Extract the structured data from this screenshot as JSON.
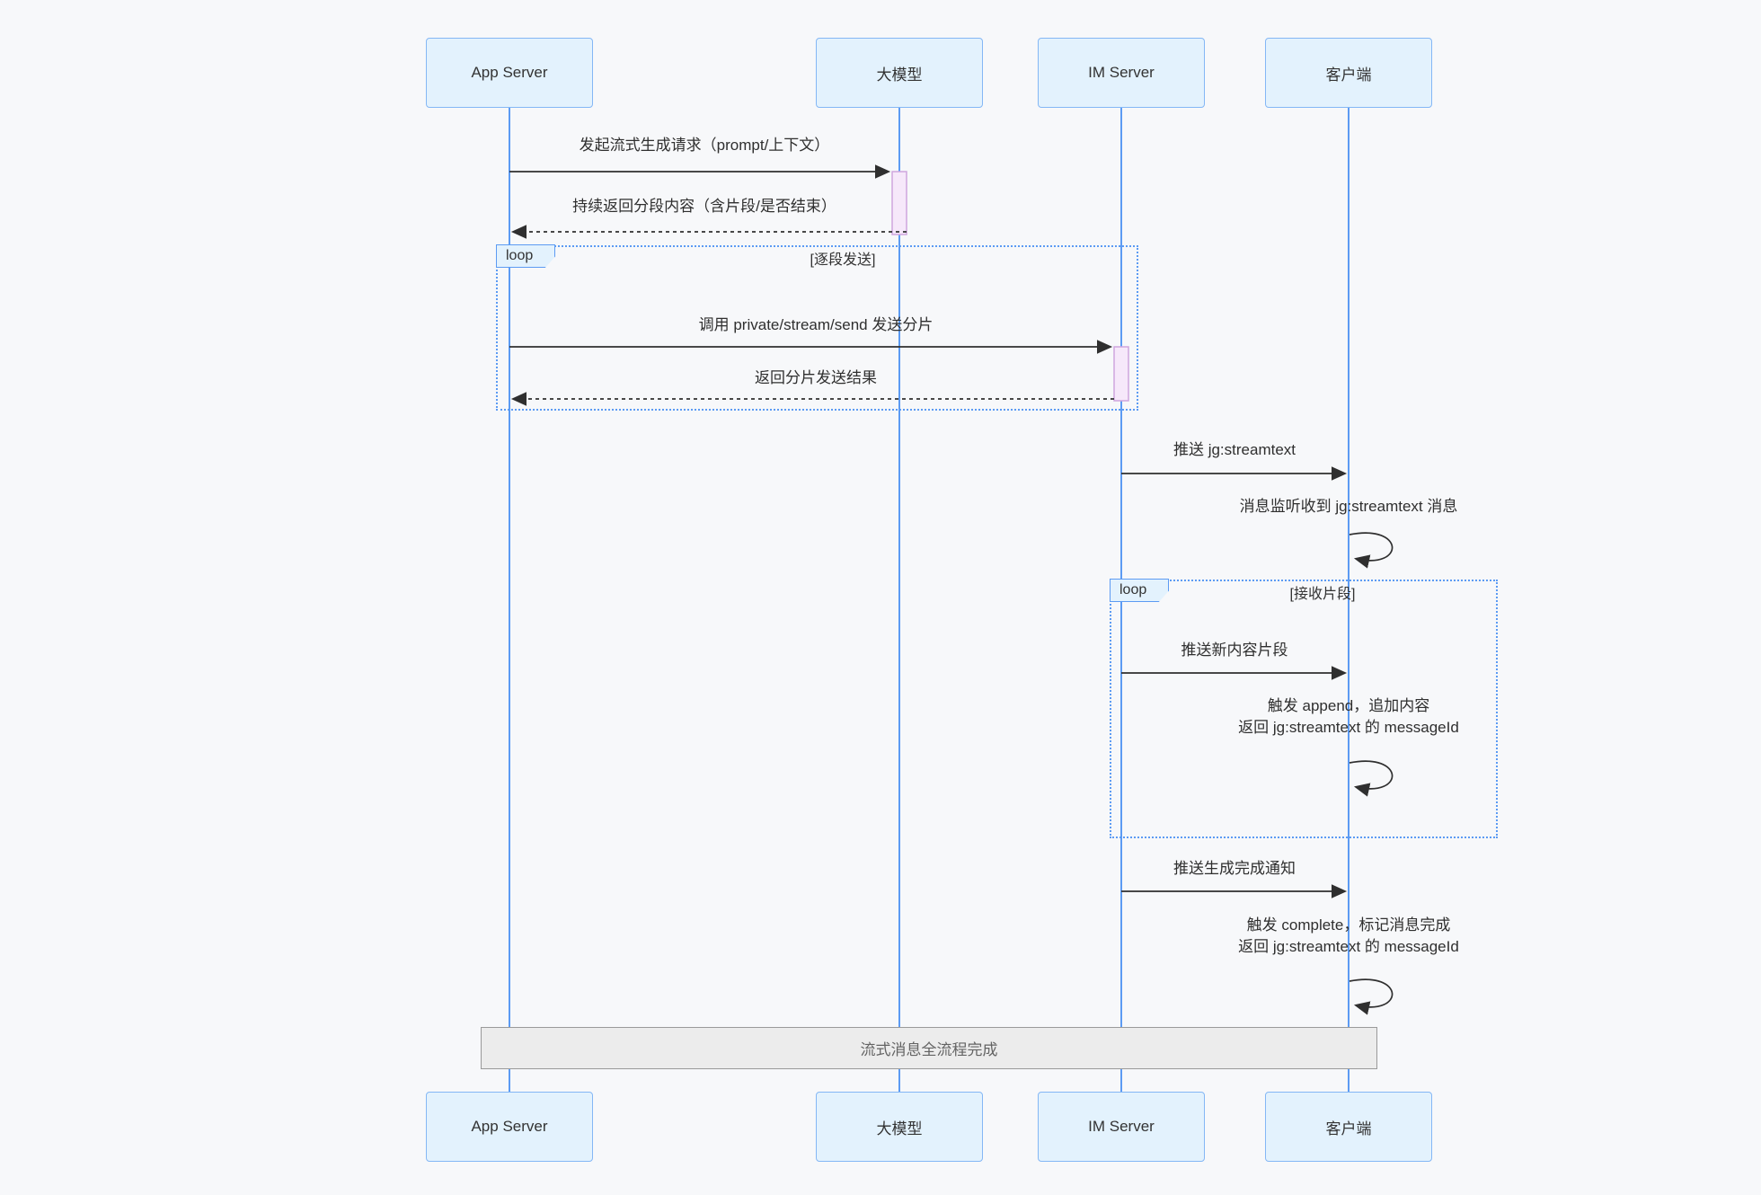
{
  "diagram_type": "sequence-diagram",
  "participants": [
    {
      "id": "app-server",
      "label": "App Server"
    },
    {
      "id": "llm",
      "label": "大模型"
    },
    {
      "id": "im-server",
      "label": "IM Server"
    },
    {
      "id": "client",
      "label": "客户端"
    }
  ],
  "messages": {
    "m1": "发起流式生成请求（prompt/上下文）",
    "m2": "持续返回分段内容（含片段/是否结束）",
    "m3": "调用 private/stream/send 发送分片",
    "m4": "返回分片发送结果",
    "m5": "推送 jg:streamtext",
    "m6": "消息监听收到 jg:streamtext 消息",
    "m7": "推送新内容片段",
    "m8_line1": "触发 append，追加内容",
    "m8_line2": "返回 jg:streamtext 的 messageId",
    "m9": "推送生成完成通知",
    "m10_line1": "触发 complete，标记消息完成",
    "m10_line2": "返回 jg:streamtext 的 messageId"
  },
  "loops": [
    {
      "label": "loop",
      "condition": "[逐段发送]"
    },
    {
      "label": "loop",
      "condition": "[接收片段]"
    }
  ],
  "note": "流式消息全流程完成",
  "colors": {
    "background": "#f7f8fa",
    "participant_fill": "#e3f2fd",
    "participant_border": "#84b7f5",
    "lifeline": "#5c9bf3",
    "loop_border": "#5c9bf3",
    "activation_fill": "#f6e8fa",
    "activation_border": "#cfa6de",
    "message_line": "#2f2f2f",
    "note_fill": "#ececec",
    "note_border": "#9a9a9a",
    "note_text": "#646464"
  }
}
